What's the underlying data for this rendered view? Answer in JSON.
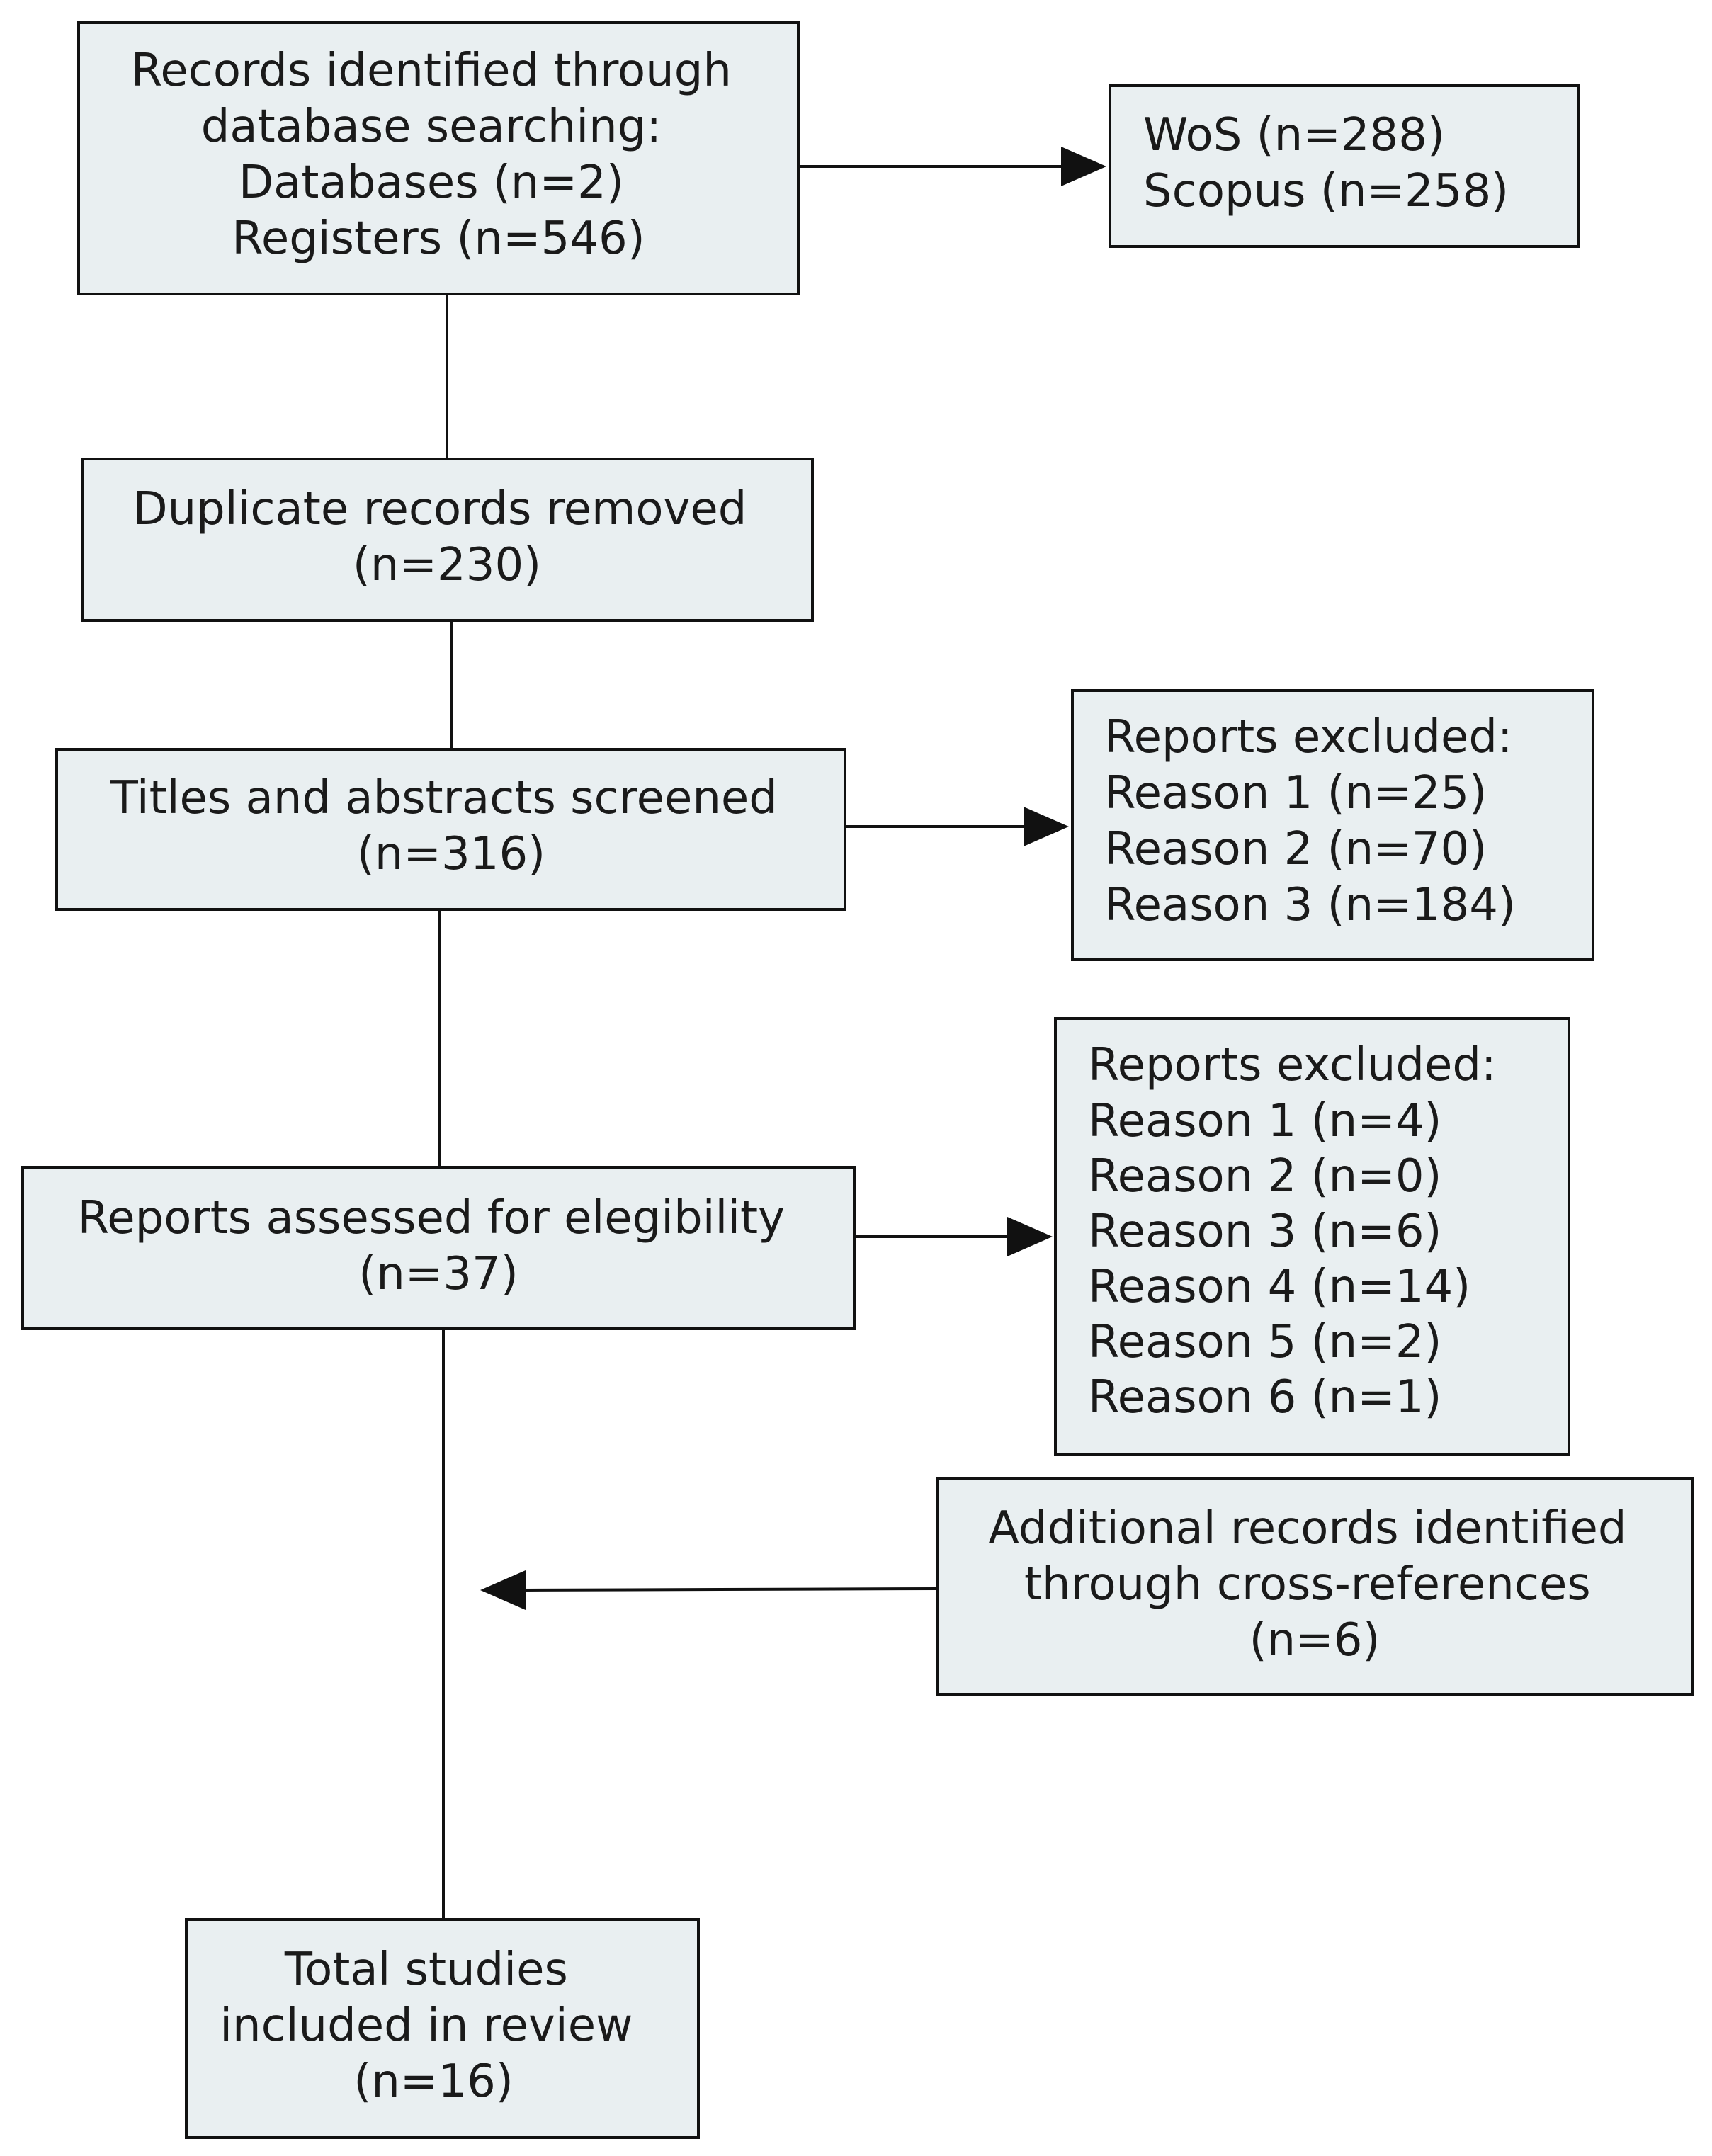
{
  "colors": {
    "box_fill": "#e9eff1",
    "line": "#111111",
    "text": "#1a1a1a"
  },
  "identification": {
    "lines": [
      "Records identified through",
      "database searching:",
      "Databases (n=2)",
      "Registers (n=546)"
    ]
  },
  "sources": {
    "lines": [
      "WoS (n=288)",
      "Scopus (n=258)"
    ]
  },
  "duplicates": {
    "lines": [
      "Duplicate records removed",
      "(n=230)"
    ]
  },
  "screening": {
    "lines": [
      "Titles and abstracts screened",
      "(n=316)"
    ]
  },
  "screening_excluded": {
    "lines": [
      "Reports excluded:",
      "Reason 1 (n=25)",
      "Reason 2 (n=70)",
      "Reason 3 (n=184)"
    ]
  },
  "eligibility": {
    "lines": [
      "Reports assessed for elegibility",
      "(n=37)"
    ]
  },
  "eligibility_excluded": {
    "lines": [
      "Reports excluded:",
      "Reason 1 (n=4)",
      "Reason 2 (n=0)",
      "Reason 3 (n=6)",
      "Reason 4 (n=14)",
      "Reason 5 (n=2)",
      "Reason 6 (n=1)"
    ]
  },
  "additional": {
    "lines": [
      "Additional records identified",
      "through cross-references",
      "(n=6)"
    ]
  },
  "included": {
    "lines": [
      "Total studies",
      "included in review",
      "(n=16)"
    ]
  }
}
